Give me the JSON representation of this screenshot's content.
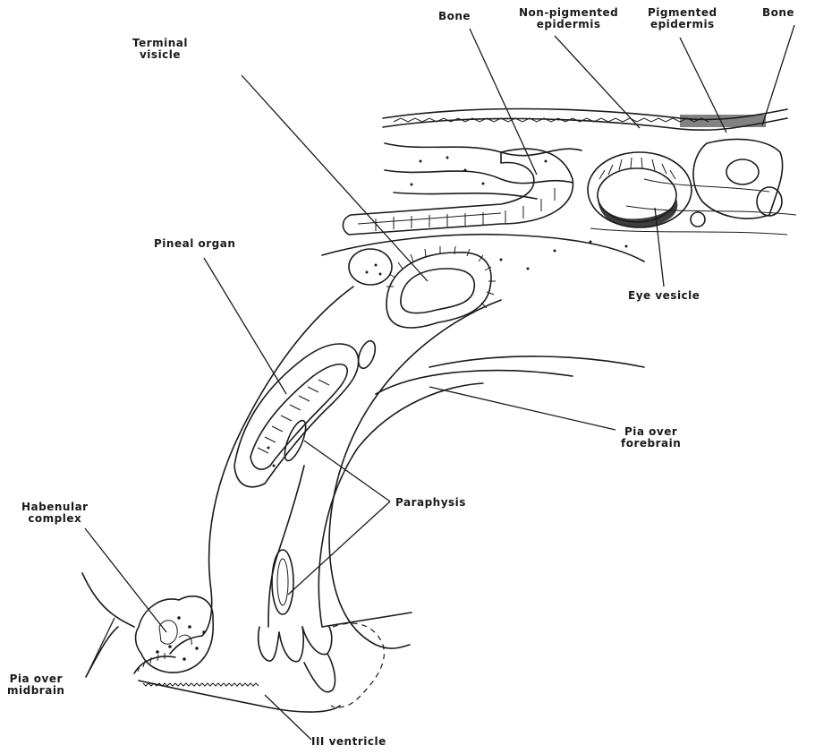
{
  "labels": {
    "bone_left": "Bone",
    "non_pigmented_line1": "Non-pigmented",
    "non_pigmented_line2": "epidermis",
    "pigmented_line1": "Pigmented",
    "pigmented_line2": "epidermis",
    "bone_right": "Bone",
    "terminal_line1": "Terminal",
    "terminal_line2": "visicle",
    "eye_vesicle": "Eye vesicle",
    "pineal_organ": "Pineal organ",
    "pia_forebrain_line1": "Pia over",
    "pia_forebrain_line2": "forebrain",
    "habenular_line1": "Habenular",
    "habenular_line2": "complex",
    "paraphysis": "Paraphysis",
    "pia_midbrain_line1": "Pia over",
    "pia_midbrain_line2": "midbrain",
    "iii_ventricle": "III ventricle"
  }
}
